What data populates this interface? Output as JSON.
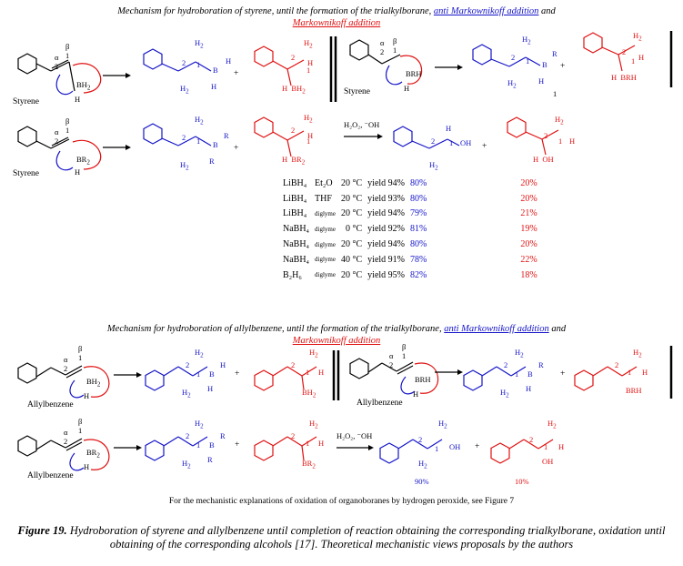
{
  "styrene_section": {
    "title_pre": "Mechanism for hydroboration of  styrene, until the formation of the trialkylborane, ",
    "title_anti": "anti Markownikoff addition",
    "title_and": " and",
    "title_mark": "Markownikoff addition",
    "label_styrene": "Styrene",
    "oxidation_reagent": "H₂O₂, ⁻OH"
  },
  "results_table": {
    "rows": [
      {
        "reagent": "LiBH₄",
        "solvent": "Et₂O",
        "temp": "20 °C",
        "yield": "yield 94%",
        "anti": "80%",
        "mark": "20%"
      },
      {
        "reagent": "LiBH₄",
        "solvent": "THF",
        "temp": "20 °C",
        "yield": "yield 93%",
        "anti": "80%",
        "mark": "20%"
      },
      {
        "reagent": "LiBH₄",
        "solvent": "diglyme",
        "temp": "20 °C",
        "yield": "yield 94%",
        "anti": "79%",
        "mark": "21%"
      },
      {
        "reagent": "NaBH₄",
        "solvent": "diglyme",
        "temp": "0 °C",
        "yield": "yield 92%",
        "anti": "81%",
        "mark": "19%"
      },
      {
        "reagent": "NaBH₄",
        "solvent": "diglyme",
        "temp": "20 °C",
        "yield": "yield 94%",
        "anti": "80%",
        "mark": "20%"
      },
      {
        "reagent": "NaBH₄",
        "solvent": "diglyme",
        "temp": "40 °C",
        "yield": "yield 91%",
        "anti": "78%",
        "mark": "22%"
      },
      {
        "reagent": "B₂H₆",
        "solvent": "diglyme",
        "temp": "20 °C",
        "yield": "yield 95%",
        "anti": "82%",
        "mark": "18%"
      }
    ]
  },
  "allyl_section": {
    "title_pre": "Mechanism for hydroboration of  allylbenzene, until the formation of the trialkylborane, ",
    "title_anti": "anti Markownikoff addition",
    "title_and": " and",
    "title_mark": "Markownikoff addition",
    "label_allyl": "Allylbenzene",
    "oxidation_reagent": "H₂O₂, ⁻OH",
    "anti_pct": "90%",
    "mark_pct": "10%"
  },
  "note": "For the mechanistic explanations of oxidation of organoboranes by hydrogen peroxide, see Figure 7",
  "caption": {
    "figure_label": "Figure 19.",
    "text": " Hydroboration of styrene and allylbenzene until completion of reaction obtaining the corresponding trialkylborane, oxidation until obtaining of the corresponding alcohols [17]. Theoretical mechanistic views proposals by the authors"
  },
  "colors": {
    "anti": "#1414c8",
    "mark": "#e01010"
  }
}
